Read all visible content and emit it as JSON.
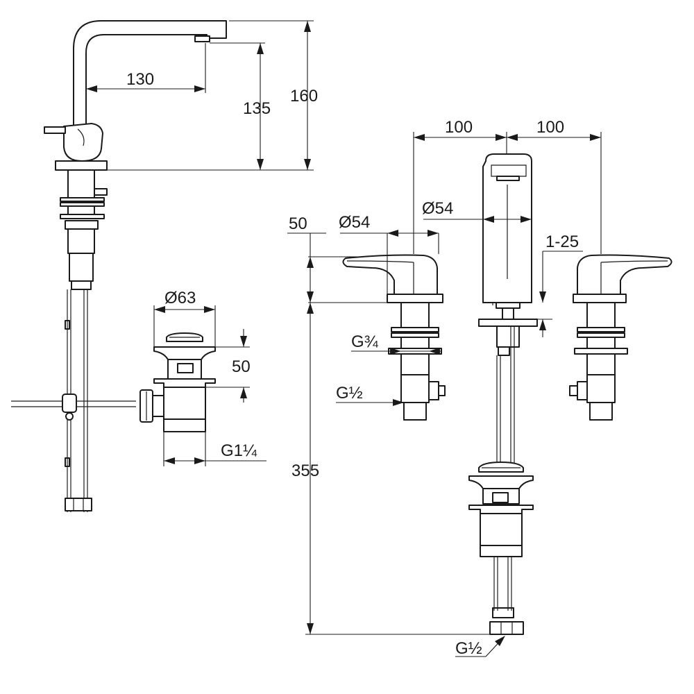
{
  "drawing": {
    "title": "Three-hole basin mixer dimension drawing",
    "colors": {
      "line": "#1a1a1a",
      "background": "#ffffff"
    },
    "dimensions": {
      "reach": "130",
      "spout_clearance": "135",
      "total_height": "160",
      "waste_diameter": "Ø63",
      "waste_height": "50",
      "waste_thread": "G1¼",
      "handle_spacing_left": "100",
      "handle_spacing_right": "100",
      "handle_height": "50",
      "handle_diameter": "Ø54",
      "spout_diameter": "Ø54",
      "deck_thickness": "1-25",
      "valve_thread": "G¾",
      "inlet_thread": "G½",
      "hose_length": "355",
      "hose_thread": "G½"
    }
  }
}
